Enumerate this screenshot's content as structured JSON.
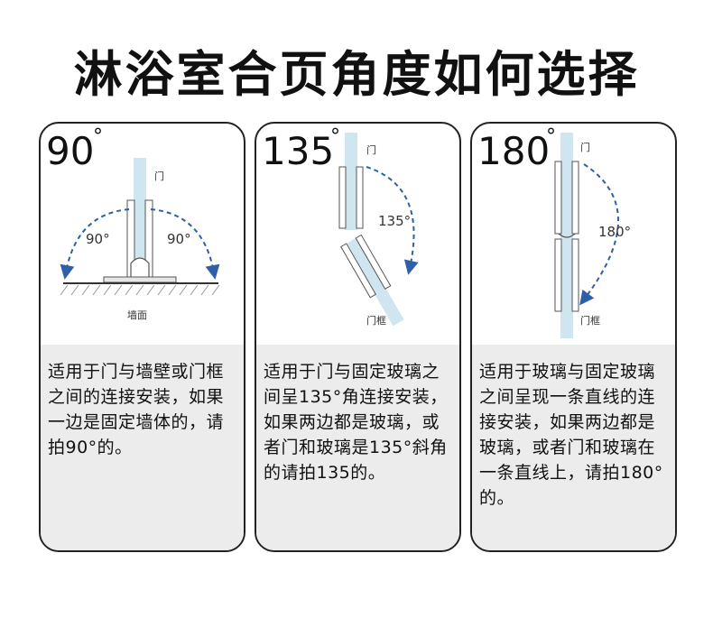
{
  "title": "淋浴室合页角度如何选择",
  "cards": [
    {
      "angle": "90",
      "degree_mark": "°",
      "labels": {
        "door": "门",
        "left_angle": "90°",
        "right_angle": "90°",
        "wall": "墙面"
      },
      "description": "适用于门与墙壁或门框之间的连接安装，如果一边是固定墙体的，请拍90°的。"
    },
    {
      "angle": "135",
      "degree_mark": "°",
      "labels": {
        "door": "门",
        "angle": "135°",
        "frame": "门框"
      },
      "description": "适用于门与固定玻璃之间呈135°角连接安装，如果两边都是玻璃，或者门和玻璃是135°斜角的请拍135的。"
    },
    {
      "angle": "180",
      "degree_mark": "°",
      "labels": {
        "door": "门",
        "angle": "180°",
        "frame": "门框"
      },
      "description": "适用于玻璃与固定玻璃之间呈现一条直线的连接安装，如果两边都是玻璃，或者门和玻璃在一条直线上，请拍180°的。"
    }
  ],
  "colors": {
    "glass": "#cfe6f0",
    "arrow": "#2e5fa8",
    "description_bg": "#ececec",
    "border": "#222222"
  },
  "icons": [
    "hinge-icon",
    "dashed-arc-arrow-icon"
  ]
}
